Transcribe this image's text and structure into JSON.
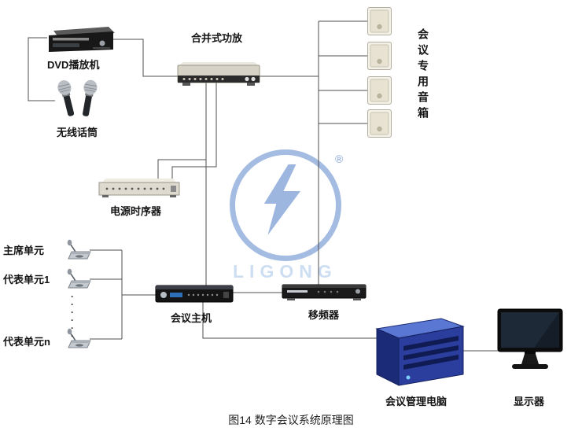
{
  "figure": {
    "caption": "图14 数字会议系统原理图"
  },
  "watermark": {
    "brand": "LIGONG",
    "registered": "®"
  },
  "colors": {
    "line": "#4f4f4f",
    "watermark_blue": "#3e6fc2",
    "watermark_text": "#9dbfe6",
    "pc_blue": "#2b3e9e"
  },
  "nodes": {
    "dvd_player": {
      "label": "DVD播放机"
    },
    "wireless_mic": {
      "label": "无线话筒"
    },
    "amplifier": {
      "label": "合并式功放"
    },
    "speaker_group": {
      "label": "会议专用音箱"
    },
    "power_sequencer": {
      "label": "电源时序器"
    },
    "chairman_unit": {
      "label": "主席单元"
    },
    "delegate_unit_1": {
      "label": "代表单元1"
    },
    "delegate_ellipsis": {
      "label": "······"
    },
    "delegate_unit_n": {
      "label": "代表单元n"
    },
    "conference_host": {
      "label": "会议主机"
    },
    "frequency_shifter": {
      "label": "移频器"
    },
    "management_pc": {
      "label": "会议管理电脑"
    },
    "monitor": {
      "label": "显示器"
    }
  }
}
